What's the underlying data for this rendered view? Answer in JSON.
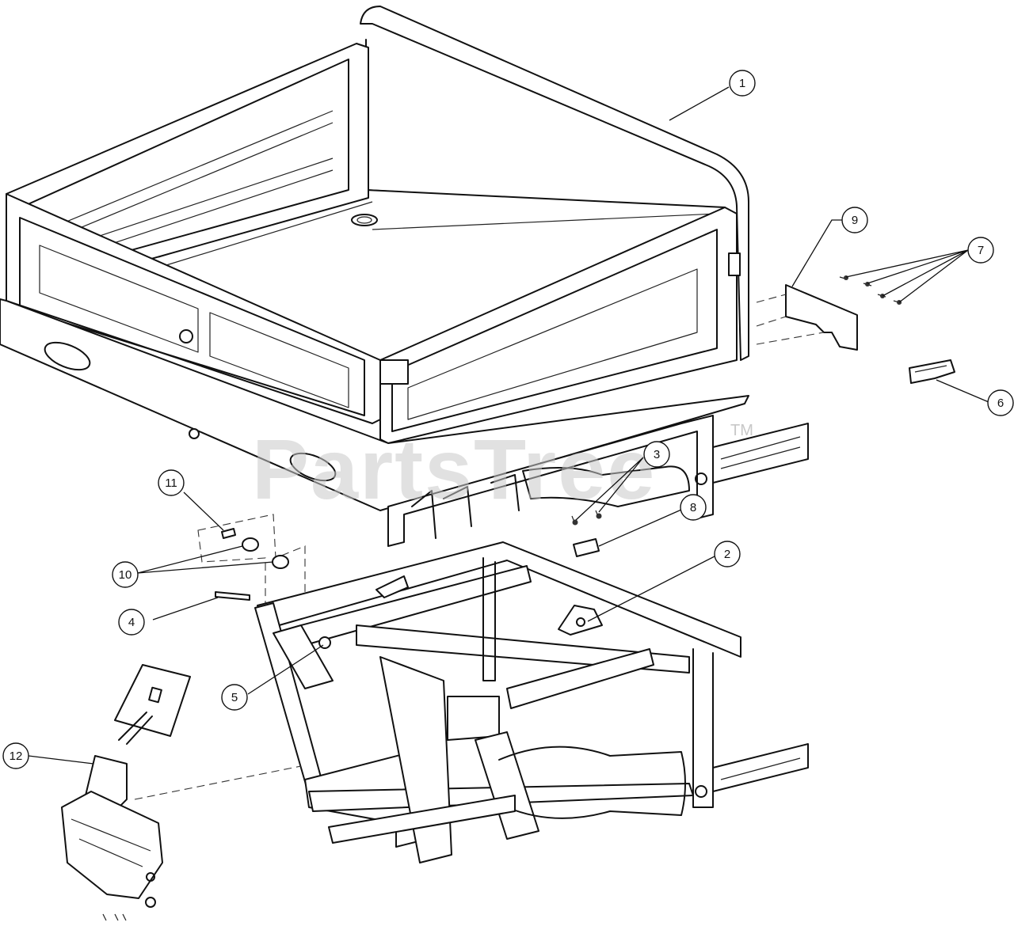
{
  "watermark": {
    "text": "PartsTree",
    "tm": "TM"
  },
  "callouts": [
    {
      "id": "callout-1",
      "label": "1"
    },
    {
      "id": "callout-2",
      "label": "2"
    },
    {
      "id": "callout-3",
      "label": "3"
    },
    {
      "id": "callout-4",
      "label": "4"
    },
    {
      "id": "callout-5",
      "label": "5"
    },
    {
      "id": "callout-6",
      "label": "6"
    },
    {
      "id": "callout-7",
      "label": "7"
    },
    {
      "id": "callout-8",
      "label": "8"
    },
    {
      "id": "callout-9",
      "label": "9"
    },
    {
      "id": "callout-10",
      "label": "10"
    },
    {
      "id": "callout-11",
      "label": "11"
    },
    {
      "id": "callout-12",
      "label": "12"
    }
  ]
}
